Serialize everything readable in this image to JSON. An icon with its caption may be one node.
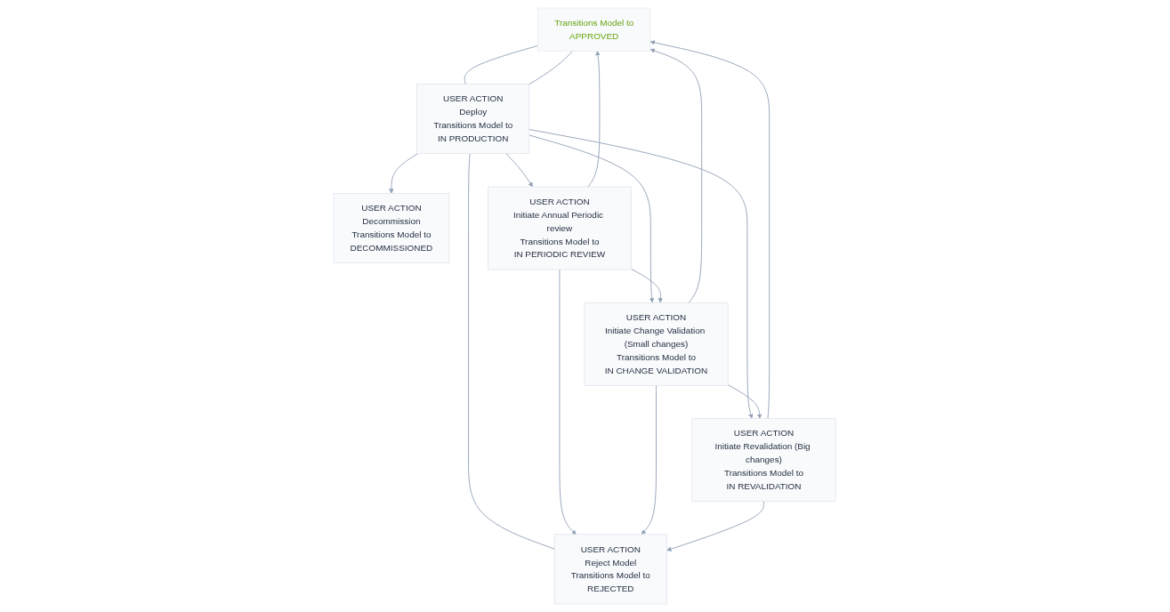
{
  "diagram": {
    "nodes": [
      {
        "text": [
          "Transitions Model to",
          "APPROVED"
        ]
      },
      {
        "text": [
          "USER ACTION",
          "Deploy",
          "Transitions Model to",
          "IN PRODUCTION"
        ]
      },
      {
        "text": [
          "USER ACTION",
          "Decommission",
          "Transitions Model to",
          "DECOMMISSIONED"
        ]
      },
      {
        "text": [
          "USER ACTION",
          "Initiate Annual Periodic review",
          "Transitions Model to",
          "IN PERIODIC REVIEW"
        ]
      },
      {
        "text": [
          "USER ACTION",
          "Initiate Change Validation (Small changes)",
          "Transitions Model to",
          "IN CHANGE VALIDATION"
        ]
      },
      {
        "text": [
          "USER ACTION",
          "Initiate Revalidation (Big changes)",
          "Transitions Model to",
          "IN REVALIDATION"
        ]
      },
      {
        "text": [
          "USER ACTION",
          "Reject Model",
          "Transitions Model to",
          "REJECTED"
        ]
      }
    ],
    "edges": [
      {
        "from": 0,
        "to": 1,
        "arrow": "none"
      },
      {
        "from": 0,
        "to": 1,
        "arrow": "none"
      },
      {
        "from": 3,
        "to": 0,
        "arrow": "to"
      },
      {
        "from": 4,
        "to": 0,
        "arrow": "to"
      },
      {
        "from": 5,
        "to": 0,
        "arrow": "to"
      },
      {
        "from": 1,
        "to": 2,
        "arrow": "to"
      },
      {
        "from": 1,
        "to": 3,
        "arrow": "to"
      },
      {
        "from": 1,
        "to": 4,
        "arrow": "to"
      },
      {
        "from": 1,
        "to": 5,
        "arrow": "to"
      },
      {
        "from": 1,
        "to": 6,
        "arrow": "none"
      },
      {
        "from": 3,
        "to": 4,
        "arrow": "to"
      },
      {
        "from": 4,
        "to": 5,
        "arrow": "to"
      },
      {
        "from": 3,
        "to": 6,
        "arrow": "to"
      },
      {
        "from": 4,
        "to": 6,
        "arrow": "to"
      },
      {
        "from": 5,
        "to": 6,
        "arrow": "to"
      }
    ]
  }
}
